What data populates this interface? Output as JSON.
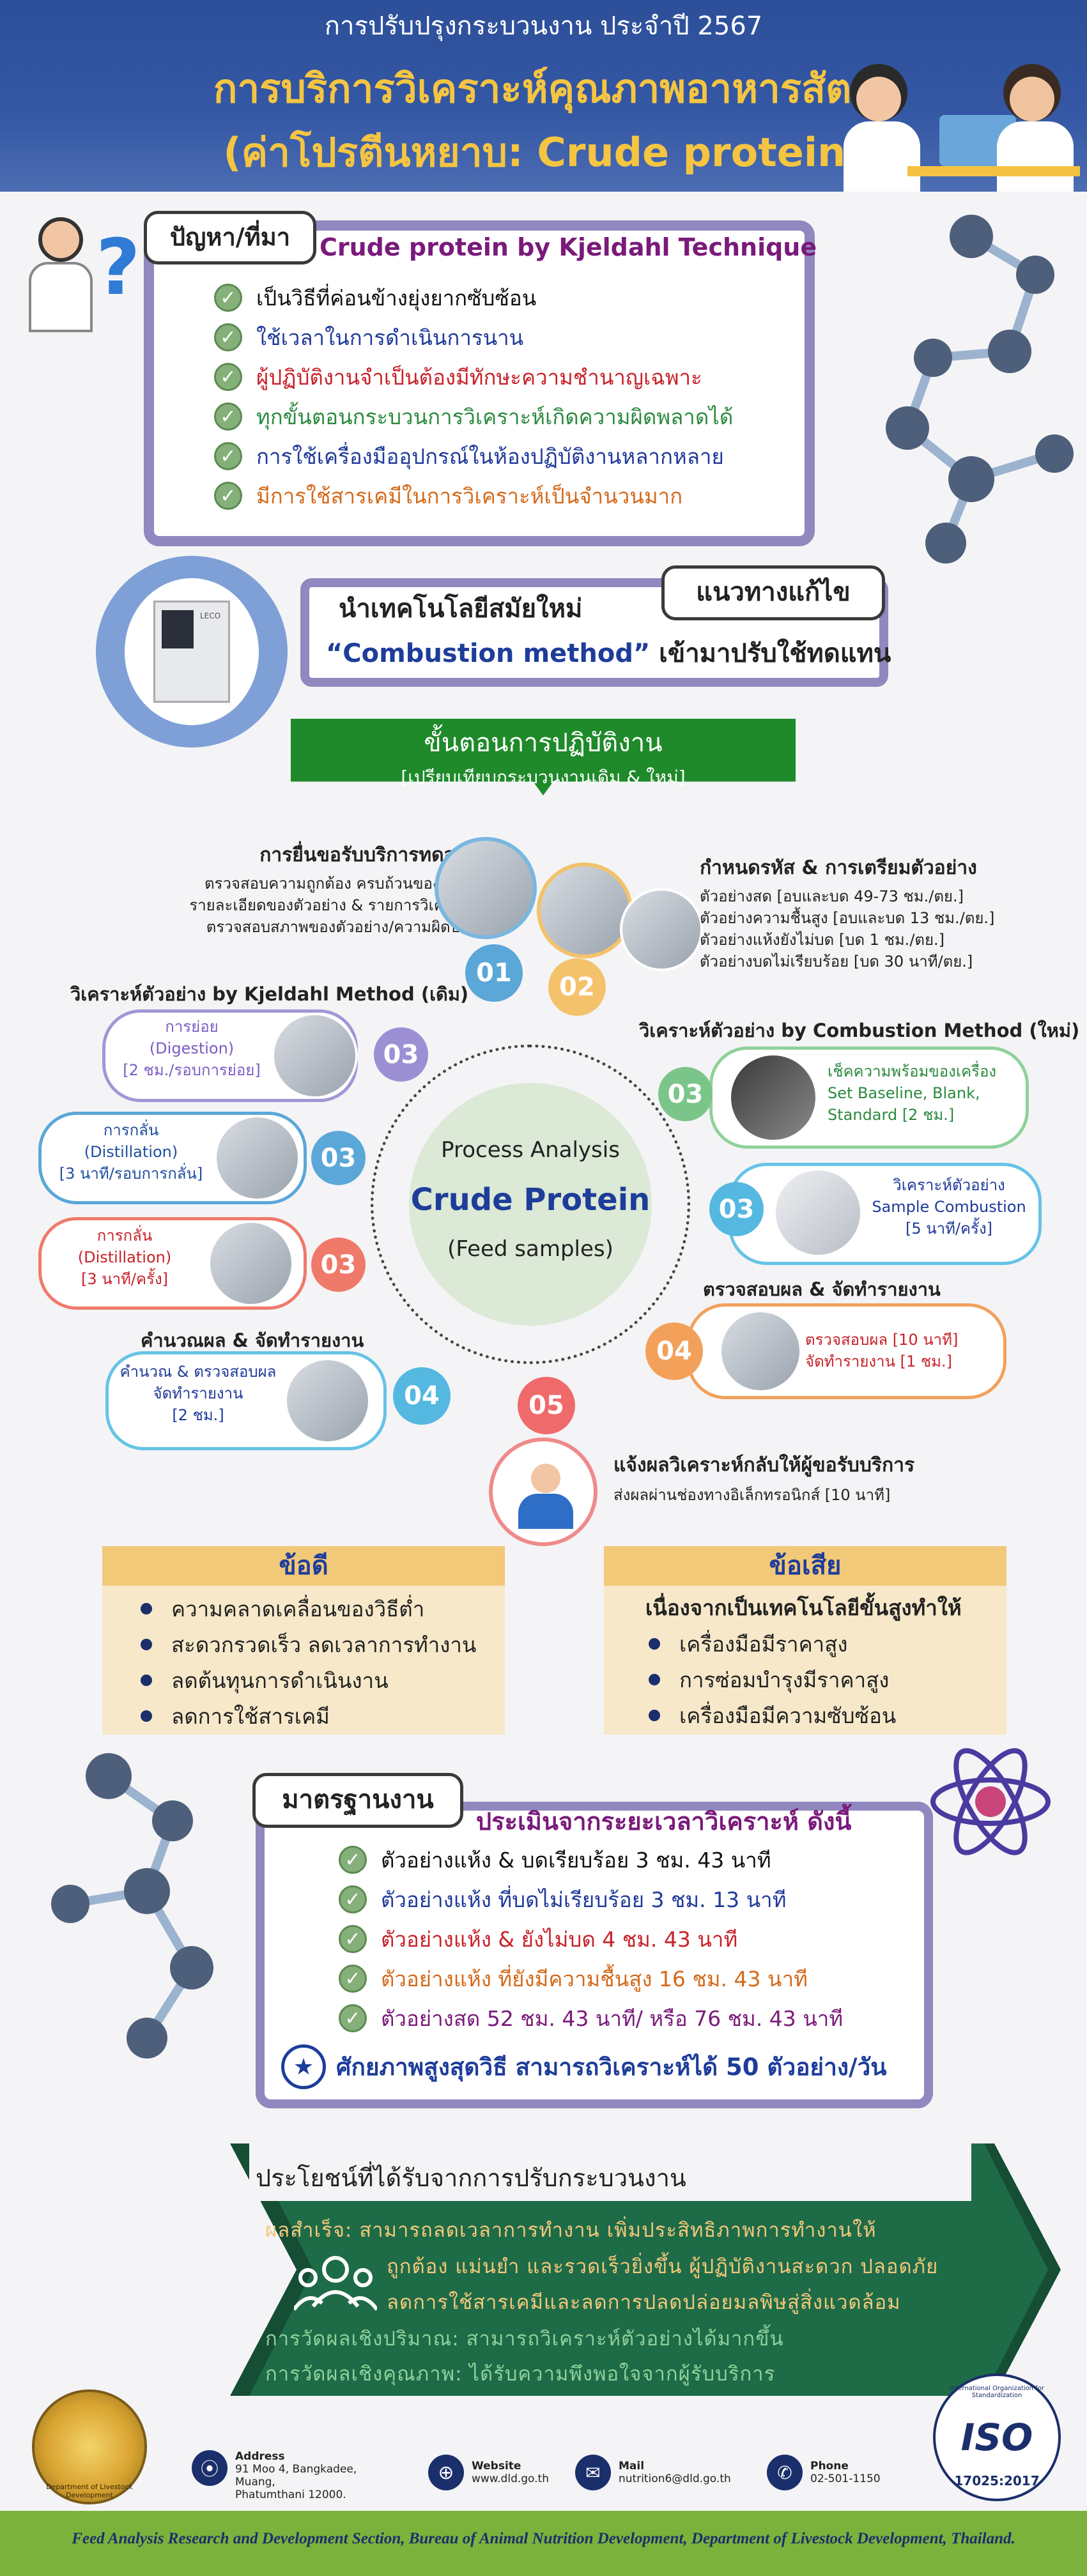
{
  "header": {
    "year_line": "การปรับปรุงกระบวนงาน ประจำปี 2567",
    "title_line1": "การบริการวิเคราะห์คุณภาพอาหารสัตว์",
    "title_line2": "(ค่าโปรตีนหยาบ: Crude protein)"
  },
  "problem": {
    "tab": "ปัญหา/ที่มา",
    "heading": "Crude protein by Kjeldahl Technique",
    "items": [
      "เป็นวิธีที่ค่อนข้างยุ่งยากซับซ้อน",
      "ใช้เวลาในการดำเนินการนาน",
      "ผู้ปฏิบัติงานจำเป็นต้องมีทักษะความชำนาญเฉพาะ",
      "ทุกขั้นตอนกระบวนการวิเคราะห์เกิดความผิดพลาดได้",
      "การใช้เครื่องมืออุปกรณ์ในห้องปฏิบัติงานหลากหลาย",
      "มีการใช้สารเคมีในการวิเคราะห์เป็นจำนวนมาก"
    ]
  },
  "solution": {
    "tab": "แนวทางแก้ไข",
    "line1": "นำเทคโนโลยีสมัยใหม่",
    "line2_method": "“Combustion method”",
    "line2_rest": " เข้ามาปรับใช้ทดแทน",
    "device_brand": "LECO"
  },
  "process": {
    "banner_title": "ขั้นตอนการปฏิบัติงาน",
    "banner_sub": "[เปรียบเทียบกระบวนงานเดิม & ใหม่]",
    "center_l1": "Process Analysis",
    "center_l2": "Crude Protein",
    "center_l3": "(Feed samples)",
    "step01": {
      "num": "01",
      "title": "การยื่นขอรับบริการทดสอบ",
      "lines": [
        "ตรวจสอบความถูกต้อง ครบถ้วนของข้อมูล",
        "รายละเอียดของตัวอย่าง & รายการวิเคราะห์",
        "ตรวจสอบสภาพของตัวอย่าง/ความผิดปกติ"
      ]
    },
    "step02": {
      "num": "02",
      "title": "กำหนดรหัส & การเตรียมตัวอย่าง",
      "lines": [
        "ตัวอย่างสด [อบและบด 49-73 ชม./ตย.]",
        "ตัวอย่างความชื้นสูง [อบและบด 13 ชม./ตย.]",
        "ตัวอย่างแห้งยังไม่บด [บด 1 ชม./ตย.]",
        "ตัวอย่างบดไม่เรียบร้อย [บด 30 นาที/ตย.]"
      ]
    },
    "kjeldahl": {
      "title": "วิเคราะห์ตัวอย่าง by Kjeldahl Method (เดิม)",
      "num": "03",
      "a": [
        "การย่อย",
        "(Digestion)",
        "[2 ชม./รอบการย่อย]"
      ],
      "b": [
        "การกลั่น",
        "(Distillation)",
        "[3 นาที/รอบการกลั่น]"
      ],
      "c": [
        "การกลั่น",
        "(Distillation)",
        "[3 นาที/ครั้ง]"
      ]
    },
    "combustion": {
      "title": "วิเคราะห์ตัวอย่าง by Combustion Method (ใหม่)",
      "num": "03",
      "a": [
        "เช็คความพร้อมของเครื่อง",
        "Set Baseline, Blank,",
        "Standard [2 ชม.]"
      ],
      "b": [
        "วิเคราะห์ตัวอย่าง",
        "Sample Combustion",
        "[5 นาที/ครั้ง]"
      ]
    },
    "step04_old": {
      "num": "04",
      "title": "คำนวณผล & จัดทำรายงาน",
      "lines": [
        "คำนวณ & ตรวจสอบผล",
        "จัดทำรายงาน",
        "[2 ชม.]"
      ]
    },
    "step04_new": {
      "num": "04",
      "title": "ตรวจสอบผล & จัดทำรายงาน",
      "lines": [
        "ตรวจสอบผล [10 นาที]",
        "จัดทำรายงาน [1 ชม.]"
      ]
    },
    "step05": {
      "num": "05",
      "title": "แจ้งผลวิเคราะห์กลับให้ผู้ขอรับบริการ",
      "line": "ส่งผลผ่านช่องทางอิเล็กทรอนิกส์ [10 นาที]"
    }
  },
  "pros": {
    "title": "ข้อดี",
    "items": [
      "ความคลาดเคลื่อนของวิธีต่ำ",
      "สะดวกรวดเร็ว ลดเวลาการทำงาน",
      "ลดต้นทุนการดำเนินงาน",
      "ลดการใช้สารเคมี"
    ]
  },
  "cons": {
    "title": "ข้อเสีย",
    "intro": "เนื่องจากเป็นเทคโนโลยีขั้นสูงทำให้",
    "items": [
      "เครื่องมือมีราคาสูง",
      "การซ่อมบำรุงมีราคาสูง",
      "เครื่องมือมีความซับซ้อน"
    ]
  },
  "standard": {
    "tab": "มาตรฐานงาน",
    "heading": "ประเมินจากระยะเวลาวิเคราะห์ ดังนี้",
    "items": [
      "ตัวอย่างแห้ง & บดเรียบร้อย 3 ชม. 43 นาที",
      "ตัวอย่างแห้ง ที่บดไม่เรียบร้อย 3 ชม. 13 นาที",
      "ตัวอย่างแห้ง & ยังไม่บด 4 ชม. 43 นาที",
      "ตัวอย่างแห้ง ที่ยังมีความชื้นสูง 16 ชม. 43 นาที",
      "ตัวอย่างสด 52 ชม. 43 นาที/ หรือ 76 ชม. 43 นาที"
    ],
    "capacity": "ศักยภาพสูงสุดวิธี สามารถวิเคราะห์ได้ 50 ตัวอย่าง/วัน"
  },
  "benefits": {
    "title": "ประโยชน์ที่ได้รับจากการปรับกระบวนงาน",
    "l1": "ผลสำเร็จ: สามารถลดเวลาการทำงาน เพิ่มประสิทธิภาพการทำงานให้",
    "l2": "ถูกต้อง แม่นยำ และรวดเร็วยิ่งขึ้น ผู้ปฏิบัติงานสะดวก ปลอดภัย",
    "l3": "ลดการใช้สารเคมีและลดการปลดปล่อยมลพิษสู่สิ่งแวดล้อม",
    "l4": "การวัดผลเชิงปริมาณ: สามารถวิเคราะห์ตัวอย่างได้มากขึ้น",
    "l5": "การวัดผลเชิงคุณภาพ: ได้รับความพึงพอใจจากผู้รับบริการ"
  },
  "contact": {
    "address_label": "Address",
    "address": [
      "91 Moo 4, Bangkadee,",
      "Muang,",
      "Phatumthani 12000."
    ],
    "website_label": "Website",
    "website": "www.dld.go.th",
    "mail_label": "Mail",
    "mail": "nutrition6@dld.go.th",
    "phone_label": "Phone",
    "phone": "02-501-1150",
    "logo_text": "Department of Livestock Development",
    "iso": "ISO",
    "iso_ring": "International Organization for Standardization",
    "iso_code": "17025:2017"
  },
  "footer": "Feed Analysis Research and Development Section, Bureau of Animal Nutrition Development, Department of Livestock Development, Thailand."
}
